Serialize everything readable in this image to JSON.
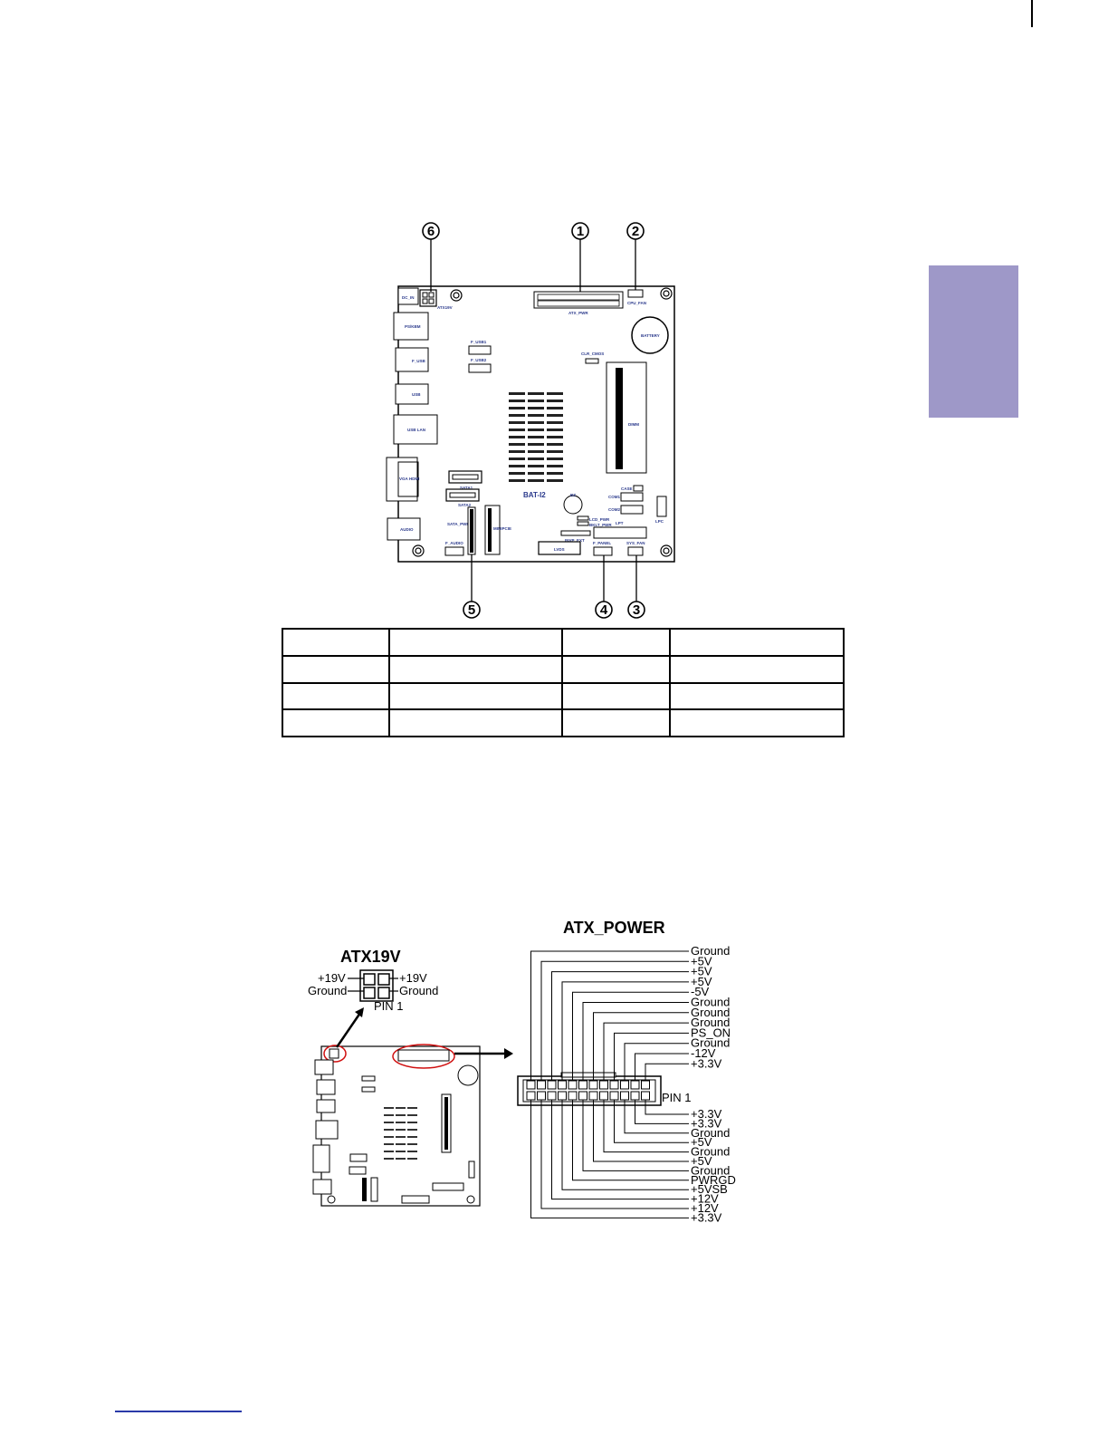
{
  "board": {
    "name": "BAT-I2",
    "labels": {
      "dc_in": "DC_IN",
      "atx19v": "ATX19V",
      "ps2kbm": "PS/KBM",
      "usb_top": "F_USB",
      "usb": "USB",
      "lan": "USB LAN",
      "vga": "VGA HDMI",
      "audio": "AUDIO",
      "f_usb1": "F_USB1",
      "f_usb2": "F_USB2",
      "atx_pwr": "ATX_PWR",
      "cpu_fan": "CPU_FAN",
      "battery": "BATTERY",
      "clr_cmos": "CLR_CMOS",
      "dimm": "DIMM",
      "sata1": "SATA1",
      "sata2": "SATA2",
      "sata_pwr": "SATA_PWR",
      "minipcie": "MINIPCIE",
      "bz": "BZ",
      "lcd_pwr": "LCD_PWR",
      "bklt_pwr": "BKLT_PWR",
      "invp_ext": "INVP_EXT",
      "cas": "CASE",
      "com1": "COM1",
      "com2": "COM2",
      "lpt": "LPT",
      "lpc": "LPC",
      "lvds": "LVDS",
      "f_audio": "F_AUDIO",
      "f_panel": "F_PANEL",
      "sys_fan": "SYS_FAN"
    }
  },
  "callouts": [
    "1",
    "2",
    "3",
    "4",
    "5",
    "6"
  ],
  "table": {
    "rows": [
      [
        "",
        "",
        "",
        ""
      ],
      [
        "",
        "",
        "",
        ""
      ],
      [
        "",
        "",
        "",
        ""
      ],
      [
        "",
        "",
        "",
        ""
      ]
    ]
  },
  "atx19v": {
    "title": "ATX19V",
    "left_top": "+19V",
    "left_bottom": "Ground",
    "right_top": "+19V",
    "right_bottom": "Ground",
    "pin1": "PIN 1"
  },
  "atx_power": {
    "title": "ATX_POWER",
    "pin1": "PIN 1",
    "top_pins": [
      "Ground",
      "+5V",
      "+5V",
      "+5V",
      "-5V",
      "Ground",
      "Ground",
      "Ground",
      "PS_ON",
      "Ground",
      "-12V",
      "+3.3V"
    ],
    "bottom_pins": [
      "+3.3V",
      "+3.3V",
      "Ground",
      "+5V",
      "Ground",
      "+5V",
      "Ground",
      "PWRGD",
      "+5VSB",
      "+12V",
      "+12V",
      "+3.3V"
    ]
  }
}
